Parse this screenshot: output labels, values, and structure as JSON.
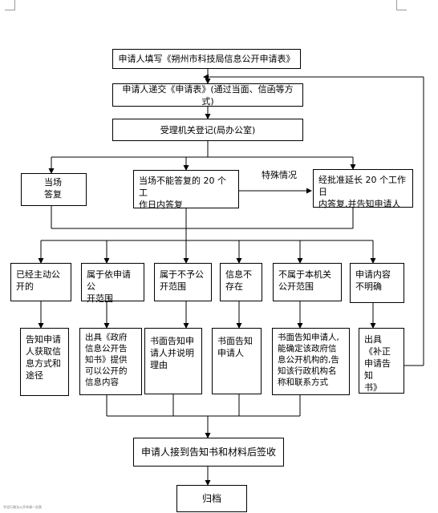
{
  "flowchart": {
    "step1": "申请人填写《朔州市科技局信息公开申请表》",
    "step2": "申请人递交《申请表》(通过当面、信函等方式)",
    "step3": "受理机关登记(局办公室)",
    "branch_a": "当场\n答复",
    "branch_b": "当场不能答复的 20 个工\n作日内答复",
    "special_label": "特殊情况",
    "branch_c": "经批准延长 20 个工作日\n内答复,并告知申请人",
    "categories": [
      "已经主动公\n开的",
      "属于依申请公\n开范围",
      "属于不予公\n开范围",
      "信息不\n存在",
      "不属于本机关\n公开范围",
      "申请内容\n不明确"
    ],
    "actions": [
      "告知申请\n人获取信\n息方式和\n途径",
      "出具《政府\n信息公开告\n知书》提供\n可以公开的\n信息内容",
      "书面告知申\n请人并说明\n理由",
      "书面告知\n申请人",
      "书面告知申请人,\n能确定该政府信\n息公开机构的,告\n知该行政机构名\n称和联系方式",
      "出具《补正\n申请告知\n书》"
    ],
    "sign": "申请人接到告知书和材料后签收",
    "archive": "归档"
  },
  "footer_text": "华北行政法公开申请一览表"
}
